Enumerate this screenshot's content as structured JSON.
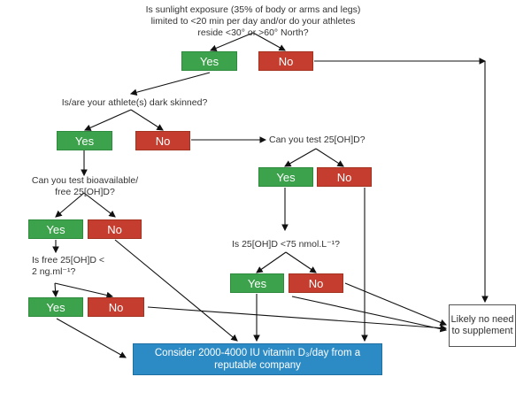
{
  "questions": {
    "sunlight": "Is sunlight exposure (35% of body or arms and legs) limited to <20 min per day and/or do your athletes reside <30° or >60° North?",
    "dark_skin": "Is/are your athlete(s) dark skinned?",
    "bioavailable": "Can you test bioavailable/ free 25[OH]D?",
    "test_25ohd": "Can you test 25[OH]D?",
    "free_25ohd": "Is free 25[OH]D < 2 ng.ml⁻¹?",
    "lt75": "Is 25[OH]D <75 nmol.L⁻¹?"
  },
  "labels": {
    "yes": "Yes",
    "no": "No"
  },
  "outcomes": {
    "supplement": "Consider 2000-4000 IU vitamin D₃/day from a reputable company",
    "no_supplement": "Likely no need to supplement"
  },
  "colors": {
    "yes": "#3ca24b",
    "no": "#c43d2e",
    "outcome": "#2c8ac4"
  }
}
